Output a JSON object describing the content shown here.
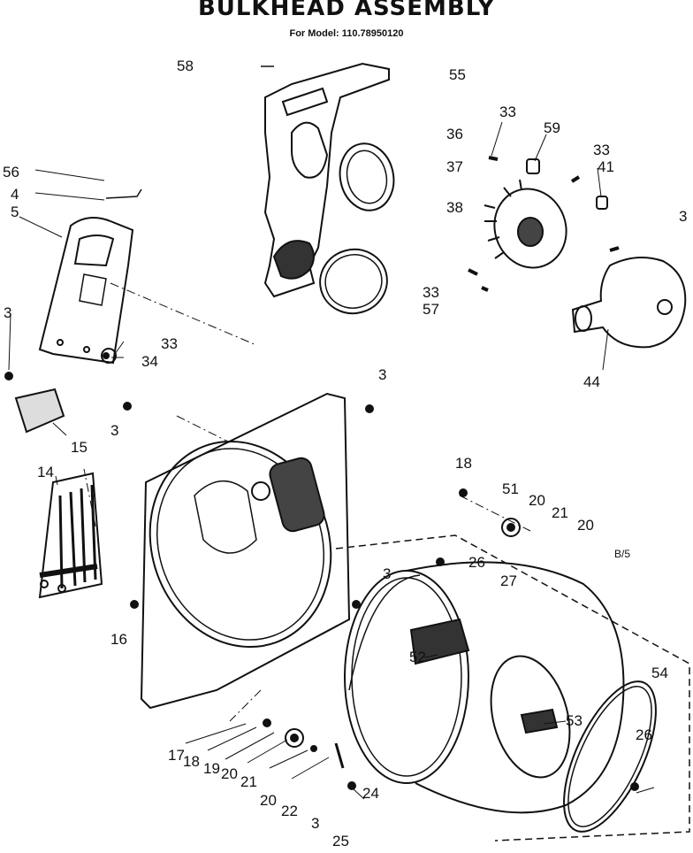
{
  "header": {
    "title": "BULKHEAD ASSEMBLY",
    "model": "For Model: 110.78950120"
  },
  "corner_note": "B/5",
  "callouts": {
    "c58": "58",
    "c55": "55",
    "c36": "36",
    "c37": "37",
    "c38": "38",
    "c33a": "33",
    "c59": "59",
    "c33b": "33",
    "c41": "41",
    "c3r": "3",
    "c33c": "33",
    "c57": "57",
    "c44": "44",
    "c56": "56",
    "c4": "4",
    "c5": "5",
    "c3l": "3",
    "c33d": "33",
    "c34": "34",
    "c3m": "3",
    "c15": "15",
    "c14": "14",
    "c3c": "3",
    "c3d": "3",
    "c16": "16",
    "c18a": "18",
    "c51": "51",
    "c20a": "20",
    "c21a": "21",
    "c20b": "20",
    "c26a": "26",
    "c27": "27",
    "c52": "52",
    "c54": "54",
    "c53": "53",
    "c26b": "26",
    "c17": "17",
    "c18b": "18",
    "c19": "19",
    "c20c": "20",
    "c21b": "21",
    "c20d": "20",
    "c22": "22",
    "c24": "24",
    "c3e": "3",
    "c25": "25"
  }
}
